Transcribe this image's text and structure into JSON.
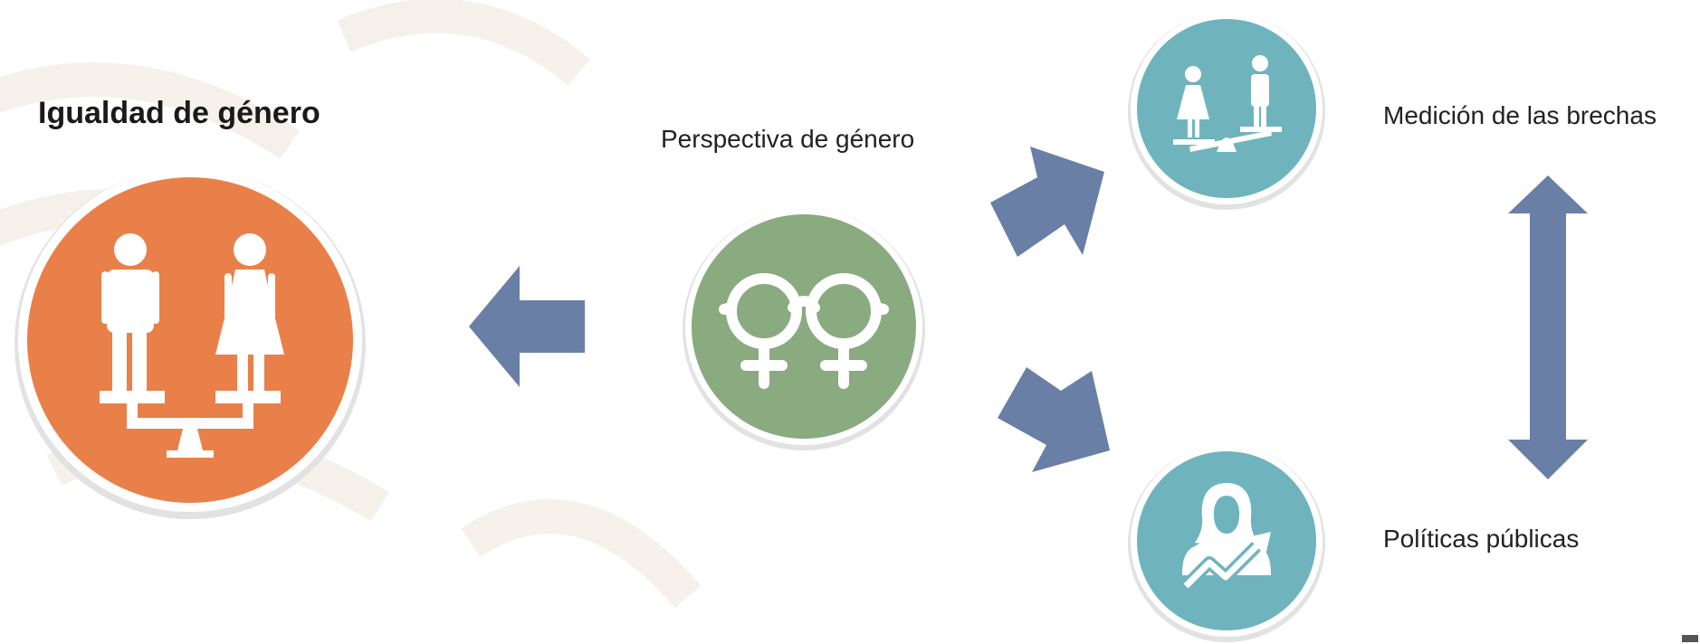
{
  "diagram": {
    "title": "Igualdad de género",
    "nodes": {
      "equality": {
        "icon": "balance-people-icon",
        "color": "#e9804a"
      },
      "perspective": {
        "label": "Perspectiva de género",
        "icon": "female-glasses-icon",
        "color": "#8aaa80"
      },
      "measure": {
        "label": "Medición de las brechas",
        "icon": "gender-scale-icon",
        "color": "#6fb4bd"
      },
      "policies": {
        "label": "Políticas públicas",
        "icon": "woman-growth-icon",
        "color": "#6fb4bd"
      }
    },
    "arrow_color": "#6a7fa6",
    "edges": [
      {
        "from": "perspective",
        "to": "equality"
      },
      {
        "from": "perspective",
        "to": "measure"
      },
      {
        "from": "perspective",
        "to": "policies"
      },
      {
        "from": "measure",
        "to": "policies",
        "bidirectional": true
      }
    ]
  }
}
